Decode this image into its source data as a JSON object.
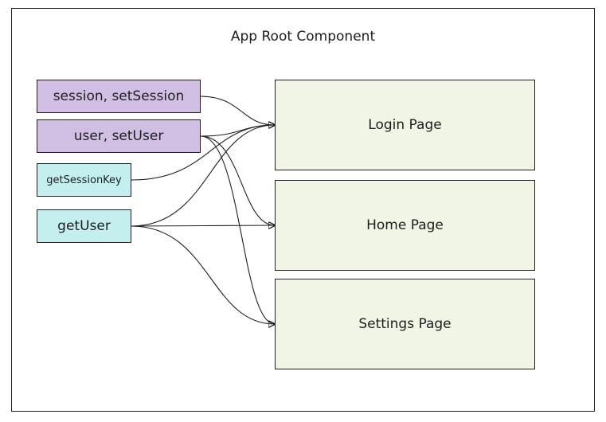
{
  "diagram": {
    "title": "App Root Component",
    "sources": [
      {
        "id": "session",
        "label": "session, setSession",
        "kind": "state"
      },
      {
        "id": "user",
        "label": "user, setUser",
        "kind": "state"
      },
      {
        "id": "getSessionKey",
        "label": "getSessionKey",
        "kind": "function"
      },
      {
        "id": "getUser",
        "label": "getUser",
        "kind": "function"
      }
    ],
    "pages": [
      {
        "id": "login",
        "label": "Login Page"
      },
      {
        "id": "home",
        "label": "Home Page"
      },
      {
        "id": "settings",
        "label": "Settings Page"
      }
    ],
    "edges": [
      {
        "from": "session",
        "to": "login"
      },
      {
        "from": "user",
        "to": "login"
      },
      {
        "from": "user",
        "to": "home"
      },
      {
        "from": "user",
        "to": "settings"
      },
      {
        "from": "getSessionKey",
        "to": "login"
      },
      {
        "from": "getUser",
        "to": "login"
      },
      {
        "from": "getUser",
        "to": "home"
      },
      {
        "from": "getUser",
        "to": "settings"
      }
    ],
    "colors": {
      "state": "#d0bfe3",
      "function": "#c3efef",
      "page": "#f0f5e6",
      "stroke": "#1e1e1e"
    }
  }
}
